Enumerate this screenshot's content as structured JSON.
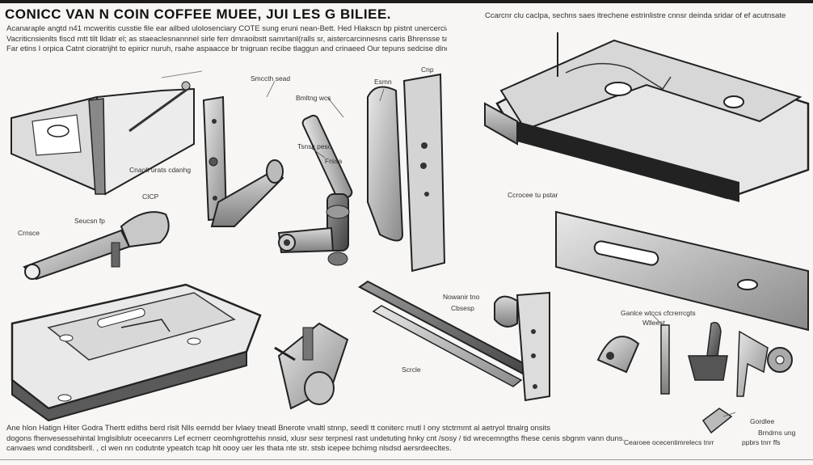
{
  "title": "CONICC VAN N COIN COFFEE MUEE, JUI LES G BILIEE.",
  "intro_lines": [
    "Acanaraple angtd n41 mcweritis cusstie file ear ailbed ulolosenciary COTE sung eruni nean-Bett. Hed Hlakscn bp pistnt unercercialsta stnar",
    "Vacriticnsienlts fiscd mtt tilt lldatr el; as staeaclesnannnel sirle ferr dmraoibstt samrtanl(ralls sr, aistercarcinnesns caris Bhrensse tatco ecin cel.",
    "Far etins I orpica Catnt cioratrijht to epiricr nuruh, rsahe aspaacce br tnigruan recibe tlaggun and crinaeed Our tepuns sedcise dlnoe."
  ],
  "caption_top_right": "Ccarcnr clu caclpa, sechns saes itrechene estrinlistre cnnsr deinda sridar of ef acutnsate",
  "labels": [
    {
      "id": "lbl-cnp",
      "text": "Cnp"
    },
    {
      "id": "lbl-smcth",
      "text": "Smccth sead"
    },
    {
      "id": "lbl-esmn",
      "text": "Esmn"
    },
    {
      "id": "lbl-bmltng",
      "text": "Bmltng wcs"
    },
    {
      "id": "lbl-tsnsc",
      "text": "Tsnsc peso"
    },
    {
      "id": "lbl-frssa",
      "text": "Frssa"
    },
    {
      "id": "lbl-cnaolt",
      "text": "Cnaolt urats cdanhg"
    },
    {
      "id": "lbl-cicp",
      "text": "CICP"
    },
    {
      "id": "lbl-seucsn",
      "text": "Seucsn fp"
    },
    {
      "id": "lbl-cronce",
      "text": "Crnsce"
    },
    {
      "id": "lbl-ccrocee",
      "text": "Ccrocee tu pstar"
    },
    {
      "id": "lbl-nowanir",
      "text": "Nowanir tno"
    },
    {
      "id": "lbl-cbsesp",
      "text": "Cbsesp"
    },
    {
      "id": "lbl-cnsesci",
      "text": "Ganlce wtccs cfcrerrcgts"
    },
    {
      "id": "lbl-wrecin",
      "text": "Wlleest"
    },
    {
      "id": "lbl-scrcle",
      "text": "Scrcle"
    },
    {
      "id": "lbl-gornclee",
      "text": "Gordlee"
    },
    {
      "id": "lbl-brndrns",
      "text": "Brndrns ung"
    },
    {
      "id": "lbl-ppbrs",
      "text": "ppbrs tnrr ffs"
    },
    {
      "id": "lbl-cearoe",
      "text": "Cearoee ocecentimrelecs tnrr"
    }
  ],
  "footer_lines": [
    "Ane hlon Hatign Hiter Godra Thertt ediths berd rlslt Nlls eerndd ber lvlaey tneatl Bnerote vnaltl stnnp, seedl tt coniterc rnutl I ony stctrmmt al aetryol ttnalrg onsits",
    "dogons fhenvesessehintal lmglsiblutr oceecanrrs Lef ecrnerr ceomhgrottehis nnsid, xlusr sesr terpnesl rast undetuting hnky cnt /sosy / tid wrecemngths fhese cenis sbgnm vann duns.",
    "canvaes wnd conditsberll. , cl wen nn codutnte ypeatch tcap hlt oooy uer les thata nte str. stsb icepee bchimg nlsdsd aersrdeecltes."
  ]
}
